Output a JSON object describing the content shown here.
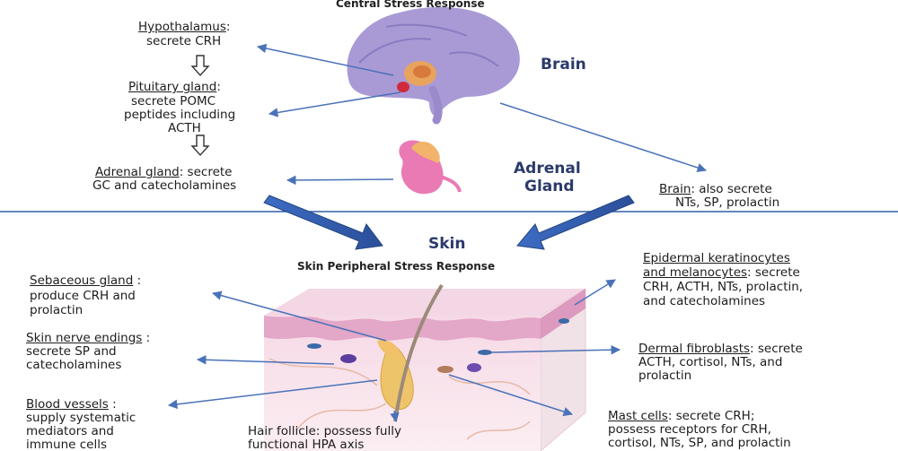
{
  "central_title": "Central Stress Response",
  "peripheral_title": "Skin Peripheral Stress Response",
  "brain_label": "Brain",
  "adrenal_label": [
    "Adrenal",
    "Gland"
  ],
  "skin_label": "Skin",
  "hypothalamus": {
    "heading": "Hypothalamus",
    "suffix": ":",
    "lines": [
      "secrete CRH"
    ]
  },
  "pituitary": {
    "heading": "Pituitary gland",
    "suffix": ":",
    "lines": [
      "secrete POMC",
      "peptides including",
      "ACTH"
    ]
  },
  "adrenal": {
    "heading": "Adrenal gland",
    "first_line_rest": ": secrete",
    "lines": [
      "GC and catecholamines"
    ]
  },
  "brain_note": {
    "heading": "Brain",
    "first_line_rest": ": also secrete",
    "lines": [
      "NTs, SP, prolactin"
    ]
  },
  "sebaceous": {
    "heading": "Sebaceous gland",
    "suffix": "  :",
    "lines": [
      "produce CRH and",
      "prolactin"
    ]
  },
  "nerve": {
    "heading": "Skin nerve endings",
    "suffix": " :",
    "lines": [
      "secrete SP and",
      "catecholamines"
    ]
  },
  "vessels": {
    "heading": "Blood vessels",
    "suffix": "  :",
    "lines": [
      "supply systematic",
      "mediators and",
      "immune cells"
    ]
  },
  "follicle": {
    "lines": [
      "Hair follicle: possess fully",
      "functional HPA axis"
    ]
  },
  "epidermal": {
    "heading": [
      "Epidermal keratinocytes",
      "and melanocytes"
    ],
    "first_line_rest": ": secrete",
    "lines": [
      "CRH, ACTH, NTs, prolactin,",
      "and catecholamines"
    ]
  },
  "fibroblasts": {
    "heading": "Dermal fibroblasts",
    "first_line_rest": ": secrete",
    "lines": [
      "ACTH, cortisol, NTs, and",
      "prolactin"
    ]
  },
  "mast": {
    "heading": "Mast cells",
    "first_line_rest": ": secrete CRH;",
    "lines": [
      "possess receptors for CRH,",
      "cortisol, NTs, SP, and prolactin"
    ]
  },
  "colors": {
    "arrow": "#4a72b8",
    "divider": "#2f5fa8",
    "brain": "#a99ad6",
    "skin_pink": "#e3a7c8",
    "label_blue": "#2b3a6b"
  }
}
